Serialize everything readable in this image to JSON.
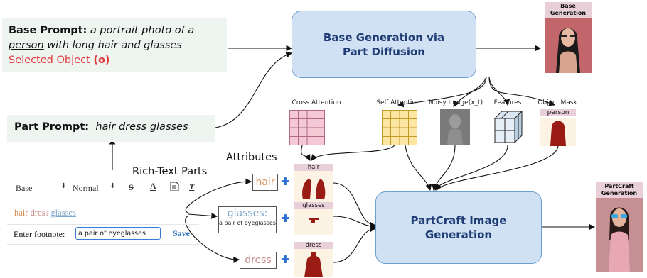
{
  "base_prompt": {
    "label": "Base Prompt:",
    "text_1": "a portrait photo of a",
    "text_person": "person",
    "text_2": "with long hair and glasses",
    "selected_label": "Selected Object",
    "selected_value": "(o)"
  },
  "part_prompt": {
    "label": "Part Prompt:",
    "text": "hair dress glasses"
  },
  "base_gen_node": "Base Generation via Part Diffusion",
  "base_image_tag": "Base Generation",
  "partcraft_node": "PartCraft  Image Generation",
  "partcraft_image_tag": "PartCraft Generation",
  "features": [
    {
      "caption": "Cross Attention"
    },
    {
      "caption": "Self Attention"
    },
    {
      "caption": "Noisy Image(x_t)"
    },
    {
      "caption": "Features"
    },
    {
      "caption": "Object Mask",
      "tag": "person"
    }
  ],
  "labels": {
    "attributes": "Attributes",
    "rich_text_parts": "Rich-Text Parts"
  },
  "editor": {
    "toolbar": {
      "style": "Base",
      "size": "Normal",
      "arrows": "⬍",
      "strike_icon": "̵S"
    },
    "words": {
      "hair": "hair",
      "dress": "dress",
      "glasses": "glasses"
    },
    "footnote_label": "Enter footnote:",
    "footnote_value": "a pair of eyeglasses",
    "save_label": "Save",
    "colors": {
      "hair": "#d9915a",
      "dress": "#c98a8a",
      "glasses": "#7fa6c9",
      "link": "#2d6fbf"
    }
  },
  "attributes": [
    {
      "word": "hair",
      "tag": "hair",
      "color": "#d9915a"
    },
    {
      "word": "glasses:",
      "extra": "a pair of eyeglasses",
      "tag": "glasses",
      "color": "#7fa6c9"
    },
    {
      "word": "dress",
      "tag": "dress",
      "color": "#c98a8a"
    }
  ],
  "colors": {
    "node_fill": "#cfe1f3",
    "node_border": "#6a9fd0",
    "node_text": "#1f3c74",
    "selected": "#e23b3b",
    "mask": "#9a1a14"
  }
}
